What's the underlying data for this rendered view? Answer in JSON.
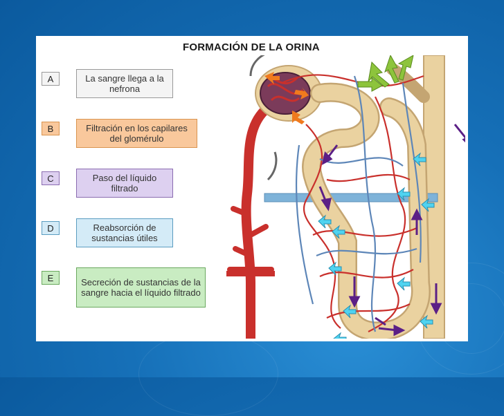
{
  "title": "FORMACIÓN DE LA ORINA",
  "steps": [
    {
      "letter": "A",
      "text": "La sangre llega a la nefrona",
      "color": "#f4f4f4",
      "border": "#999999"
    },
    {
      "letter": "B",
      "text": "Filtración en los capilares del glomérulo",
      "color": "#f9c89c",
      "border": "#d9944f"
    },
    {
      "letter": "C",
      "text": "Paso del líquido filtrado",
      "color": "#ddd0f0",
      "border": "#8a6bb0"
    },
    {
      "letter": "D",
      "text": "Reabsorción de sustancias útiles",
      "color": "#d4ebf7",
      "border": "#5a9cc0"
    },
    {
      "letter": "E",
      "text": "Secreción de sustancias de la sangre hacia el líquido filtrado",
      "color": "#c9ecc2",
      "border": "#6aa85e"
    }
  ],
  "colors": {
    "tubule": "#ead2a0",
    "tubule_outline": "#c4a572",
    "capillary_red": "#c9302c",
    "capillary_blue": "#5d86b8",
    "arrow_purple": "#5b1f86",
    "arrow_cyan": "#4fd3f0",
    "arrow_green": "#8dc43c",
    "arrow_orange": "#f07a1e"
  }
}
